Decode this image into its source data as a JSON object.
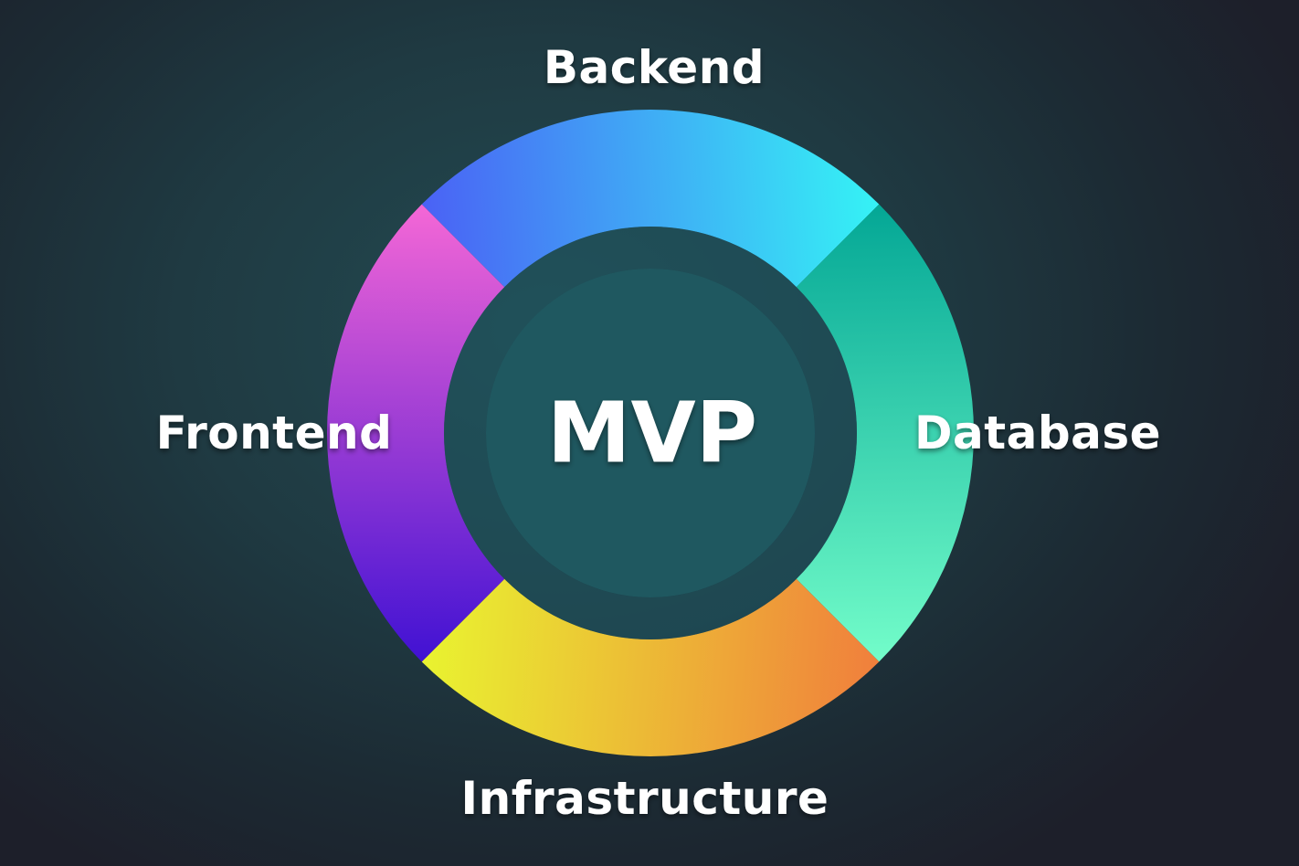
{
  "diagram": {
    "center_label": "MVP",
    "segments": [
      {
        "key": "backend",
        "label": "Backend",
        "colors": [
          "#4a63f5",
          "#35f2f5"
        ]
      },
      {
        "key": "database",
        "label": "Database",
        "colors": [
          "#05a896",
          "#72fcc9"
        ]
      },
      {
        "key": "infrastructure",
        "label": "Infrastructure",
        "colors": [
          "#e9f230",
          "#f07f3c"
        ]
      },
      {
        "key": "frontend",
        "label": "Frontend",
        "colors": [
          "#f266d6",
          "#4212d3"
        ]
      }
    ],
    "background_colors": [
      "#234b52",
      "#1d1f2a"
    ]
  }
}
